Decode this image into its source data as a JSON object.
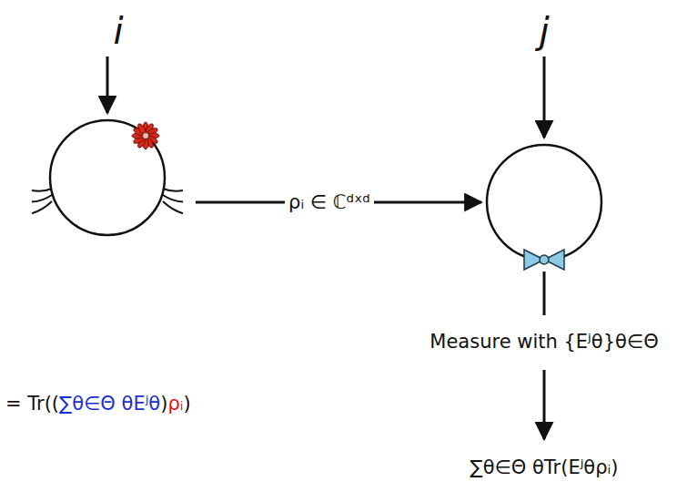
{
  "diagram": {
    "nodes": [
      {
        "text": [
          "i"
        ]
      },
      {
        "text": [
          "j"
        ]
      }
    ],
    "edges": [
      {
        "from": 0,
        "to": 1,
        "arrow": "to",
        "label": "ρᵢ ∈ ℂᵈˣᵈ"
      }
    ],
    "labels": [
      "Measure with {Eʲθ}θ∈Θ",
      "∑θ∈Θ θTr(Eʲθρᵢ)",
      "= Tr((",
      "∑θ∈Θ θEʲθ",
      ")",
      "ρᵢ",
      ")"
    ]
  }
}
